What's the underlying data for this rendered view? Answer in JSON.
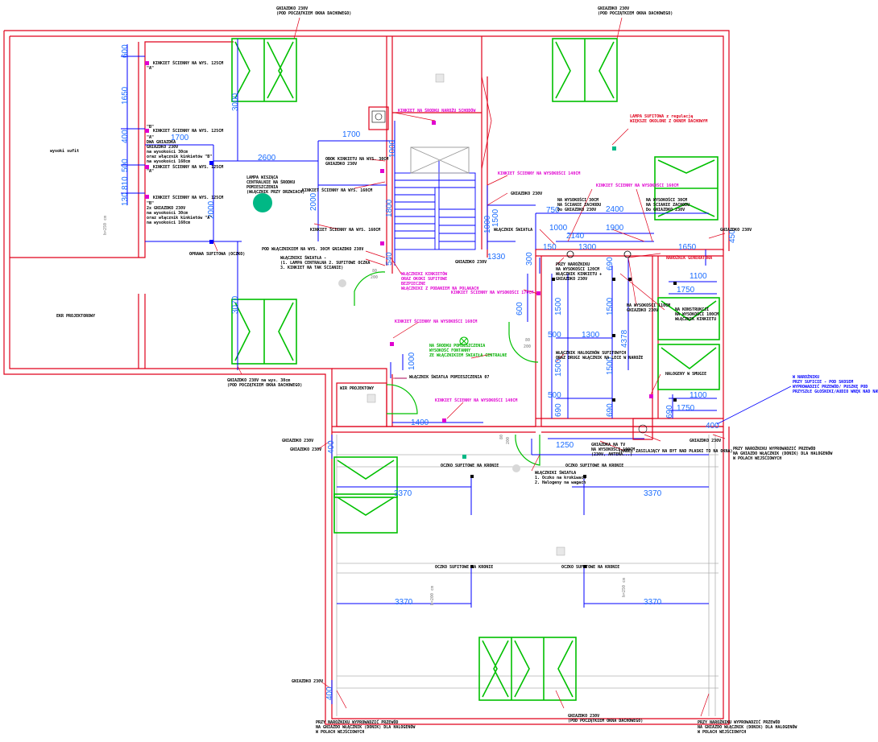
{
  "dimensions": {
    "d600": "600",
    "d1650": "1650",
    "d400": "400",
    "d500": "500",
    "d810": "810",
    "d130": "130",
    "d3000": "3000",
    "d1700a": "1700",
    "d1700b": "1700",
    "d2600": "2600",
    "d2000a": "2000",
    "d2000b": "2000",
    "d1000a": "1000",
    "d1800": "1800",
    "d540": "540",
    "d3070": "3070",
    "d1500a": "1500",
    "d1000b": "1000",
    "d1330": "1330",
    "d750": "750",
    "d2400": "2400",
    "d1000c": "1000",
    "d1900": "1900",
    "d2140": "2140",
    "d150": "150",
    "d1300a": "1300",
    "d1650b": "1650",
    "d450": "450",
    "d300": "300",
    "d690a": "690",
    "d1100a": "1100",
    "d1750a": "1750",
    "d600b": "600",
    "d1500b": "1500",
    "d1500c": "1500",
    "d500b": "500",
    "d1300b": "1300",
    "d4378": "4378",
    "d1500d": "1500",
    "d1500e": "1500",
    "d1000d": "1000",
    "d500c": "500",
    "d690b": "690",
    "d690c": "690",
    "d1100b": "1100",
    "d1750b": "1750",
    "d690d": "690",
    "d400b": "400",
    "d1400": "1400",
    "d400c": "400",
    "d1250": "1250",
    "d3370a": "3370",
    "d3370b": "3370",
    "d3370c": "3370",
    "d3370d": "3370",
    "d400d": "400"
  },
  "labels": {
    "socket_top1": "GNIAZDKO 230V\n(POD POCZĄTKIEM OKNA DACHOWEGO)",
    "socket_top2": "GNIAZDKO 230V\n(POD POCZĄTKIEM OKNA DACHOWEGO)",
    "switch_125_a": "KINKIET ŚCIENNY NA WYS. 125CM",
    "switch_a": "\"A\"",
    "switch_125_b": "KINKIET ŚCIENNY NA WYS. 125CM",
    "b_label": "\"B\"",
    "socket_group1": "\"A\"\nDWA GNIAZDKA\nGNIAZDKO 230V\nna wysokości 30cm\noraz włącznik kinkietów \"B\"\nna wysokości 160cm",
    "switch_125_c": "KINKIET ŚCIENNY NA WYS. 125CM",
    "a_label2": "\"A\"",
    "switch_125_d": "KINKIET ŚCIENNY NA WYS. 125CM",
    "socket_group2": "\"B\"\n2x GNIAZDKO 230V\nna wysokości 30cm\noraz włącznik kinkietów \"A\"\nna wysokości 160cm",
    "high_ceiling": "wysoki sufit",
    "ceiling_pos": "OPRAWA SUFITOWA (OCZKO)",
    "lamp_central": "LAMPA WISZĄCA\nCENTRALNIE NA ŚRODKU\nPOMIESZCZENIA\n(WŁĄCZNIK PRZY DRZWIACH)",
    "socket_30": "OBOK KINKIETU NA WYS. 30CM\nGNIAZDKO 230V",
    "kinkiet_160": "KINKIET ŚCIENNY NA WYS. 160CM",
    "kinkiet_160b": "KINKIET ŚCIENNY NA WYS. 160CM",
    "switch_under": "POD WŁĄCZNIKIEM NA WYS. 30CM GNIAZDKO 230V",
    "switches_group": "WŁĄCZNIKI ŚWIATŁA -\n(1. LAMPA CENTRALNA 2. SUFITOWE OCZKA\n3. KINKIET NA TAK ŚCIANIE)",
    "projector_screen": "EKR PROJEKTOROWY",
    "socket_bottom_left": "GNIAZDKO 230V na wys. 30cm\n(POD POCZĄTKIEM OKNA DACHOWEGO)",
    "kinkiet_stairs": "KINKIET NA ŚRODKU NAROŻU SCHODÓW",
    "lamp_hall": "LAMPA SUFITOWA z regulacją\nWIĘKSZE OKOLONE Z OKNEM DACHOWYM",
    "kinkiet_140": "KINKIET ŚCIENNY NA WYSOKOŚCI 140CM",
    "socket_230_stairs": "GNIAZDKO 230V",
    "kinkiet_160_hall": "KINKIET ŚCIENNY NA WYSOKOŚCI 160CM",
    "wall_hook_a": "NA WYSOKOŚCI 30CM\nNA ŚCIANIE ZACHODU\nDo GNIAZDKO 230V",
    "wall_hook_b": "NA WYSOKOŚCI 30CM\nNA ŚCIANIE ZACHODU\nDo GNIAZDKO 230V",
    "switch_light": "WŁĄCZNIK ŚWIATŁA",
    "socket_450": "GNIAZDKO 230V",
    "socket_330": "GNIAZDKO 230V",
    "switch_group2": "WŁĄCZNIKI KINKIETÓW\nORAZ OKOKI SUFITOWE\nBEZPIECZNE\nWŁĄCZNIKI Z PODANIEM NA POLAKACH",
    "bath_group": "PRZY NAROŻNIKU\nNA WYSOKOŚCI 120CM\nWŁĄCZNIK KINKIETU +\nGNIAZDKO 230V",
    "hallway_gen": "NAROŻNIK GENERATORA",
    "kinkiet_170": "KINKIET ŚCIENNY NA WYSOKOŚCI 170CM",
    "socket_110": "NA WYSOKOŚCI 110CM\nGNIAZDKO 230V",
    "bath_right": "NA KONSTRUKCJI\nNA WYSOKOŚCI 100CM\nWŁĄCZNIK KINKIETU",
    "kinkiet_160_c": "KINKIET ŚCIENNY NA WYSOKOŚCI 160CM",
    "fan_label": "NA ŚRODKU POMIESZCZENIA\nWYSOKOŚĆ FONTANNY\nZE WŁĄCZNIKIEM ŚWIATŁA CENTRALNE",
    "bath_switch": "WŁĄCZNIK HALOGENÓW SUFITOWYCH\nORAZ DRUGI WŁĄCZNIK NA LECE W NAROŻE",
    "halogen_label": "HALOGENY W SMUGIE",
    "switch_07": "WŁĄCZNIK ŚWIATŁA POMIESZCZENIA 07",
    "wardrobe": "WIR PROJEKTOWY",
    "kinkiet_140b": "KINKIET ŚCIENNY NA WYSOKOŚCI 140CM",
    "socket_230_low": "GNIAZDKO 230V",
    "socket_tv": "GNIAZDKA NA TV\nNA WYSOKOŚCI 100CM\n(230V, ANTENA...)",
    "cable_note": "(KABEL ZASILAJĄCY NA BYT NAD PŁASKI TO NA OKNA)",
    "switch_sofit": "OCZKO SUFITOWE NA KRONIE",
    "switch_sofit2": "OCZKO SUFITOWE NA KRONIE",
    "switch_light2": "WŁĄCZNIKI ŚWIATŁA\n1. Oczko na krokiwach\n2. Halogeny na wagach",
    "socket_right_top": "GNIAZDKO 230V",
    "heat_note": "PRZY NAROŻNIKU WYPROWADZIĆ PRZEWÓD\nNA GNIAZDO WŁĄCZNIK (DONIK) DLA HALOGENÓW\nW POLACH WEJŚCIOWYCH",
    "oczko_1": "OCZKO SUFITOWE NA KRONIE",
    "oczko_2": "OCZKO SUFITOWE NA KRONIE",
    "bottom_socket": "GNIAZDKO 230V",
    "bottom_left_note": "PRZY NAROŻNIKU WYPROWADZIĆ PRZEWÓD\nNA GNIAZDO WŁĄCZNIK (DONIK) DLA HALOGENÓW\nW POLACH WEJŚCIOWYCH",
    "bottom_center": "GNIAZDKO 230V\n(POD POCZĄTKIEM OKNA DACHOWEGO)",
    "bottom_right_note": "PRZY NAROŻNIKU WYPROWADZIĆ PRZEWÓD\nNA GNIAZDO WŁĄCZNIK (DONIK) DLA HALOGENÓW\nW POLACH WEJŚCIOWYCH",
    "right_blue_note": "W NAROŻNIKU\nPRZY SUFICIE - POD SKOSEM\nWYPROWADZIĆ PRZEWÓD/ PUSZKĘ POD\nPRZYSZŁE GŁOŚNIKI/AUDIO WNĘK NAD NAWĄ",
    "socket_left_mid": "GNIAZDKO 230V",
    "socket_bottom_left2": "GNIAZDKO 230V",
    "rot1": "h=250 cm",
    "rot2": "h=200 cm",
    "rot3": "h=250 cm",
    "door_80a": "80",
    "door_200a": "200",
    "door_80b": "80",
    "door_200b": "200",
    "door_80c": "80",
    "door_200c": "200"
  }
}
